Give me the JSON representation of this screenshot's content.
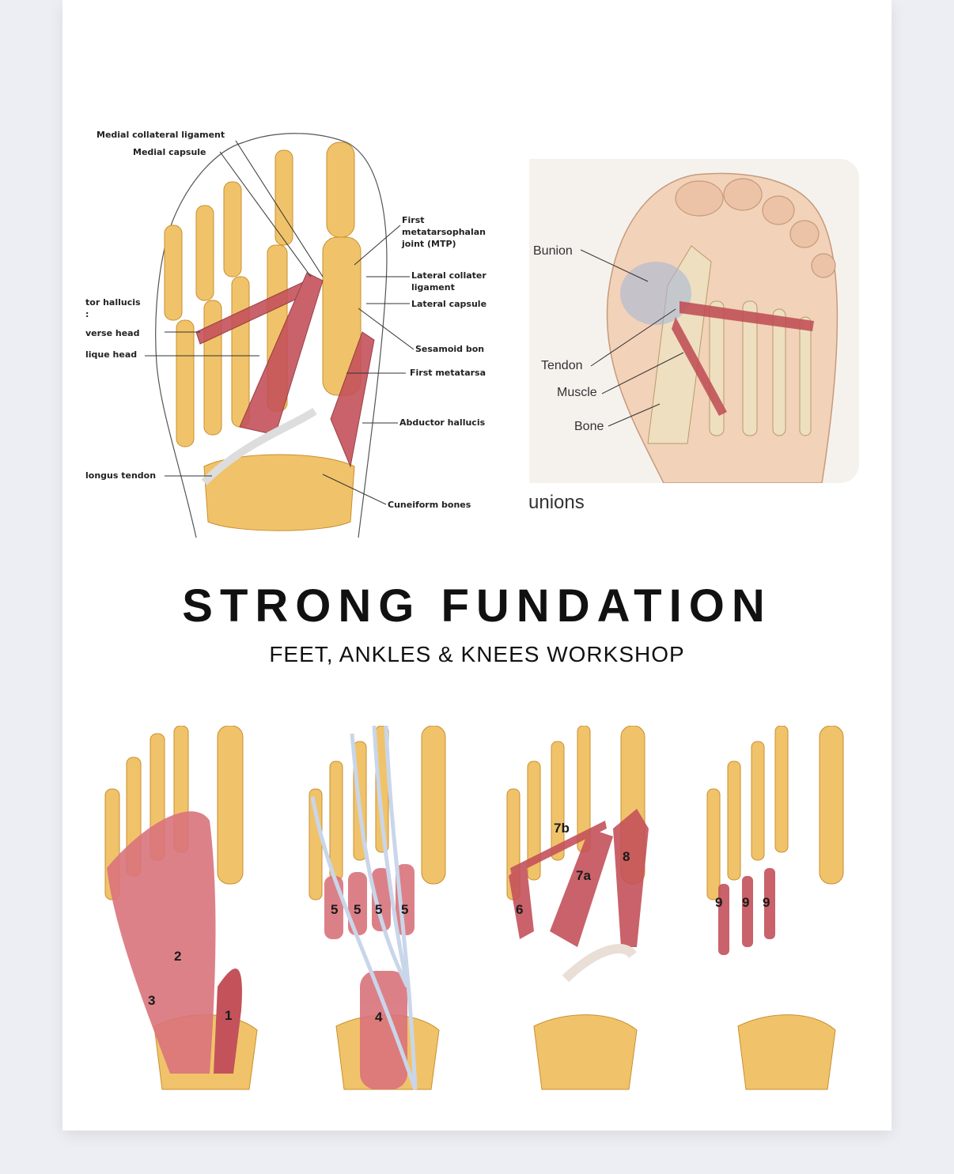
{
  "figure_top": {
    "labels": {
      "medial_collateral": "Medial collateral ligament",
      "medial_capsule": "Medial capsule",
      "first_mtp_1": "First",
      "first_mtp_2": "metatarsophalan",
      "first_mtp_3": "joint (MTP)",
      "lateral_collateral_1": "Lateral collater",
      "lateral_collateral_2": "ligament",
      "lateral_capsule": "Lateral capsule",
      "add_hallucis_1": "tor hallucis",
      "add_hallucis_2": ":",
      "transverse_head": "verse head",
      "oblique_head": "lique head",
      "sesamoid": "Sesamoid bon",
      "first_metatarsal": "First metatarsa",
      "abductor": "Abductor hallucis",
      "longus_tendon": "longus tendon",
      "cuneiform": "Cuneiform bones"
    }
  },
  "bunion_card": {
    "labels": {
      "bunion": "Bunion",
      "tendon": "Tendon",
      "muscle": "Muscle",
      "bone": "Bone"
    },
    "caption": "unions"
  },
  "heading": {
    "title": "STRONG FUNDATION",
    "subtitle": "FEET, ANKLES & KNEES WORKSHOP"
  },
  "muscle_panels": [
    {
      "numbers": [
        "2",
        "3",
        "1"
      ]
    },
    {
      "numbers": [
        "5",
        "5",
        "5",
        "5",
        "4"
      ]
    },
    {
      "numbers": [
        "7b",
        "7a",
        "8",
        "6"
      ]
    },
    {
      "numbers": [
        "9",
        "9",
        "9"
      ]
    }
  ]
}
